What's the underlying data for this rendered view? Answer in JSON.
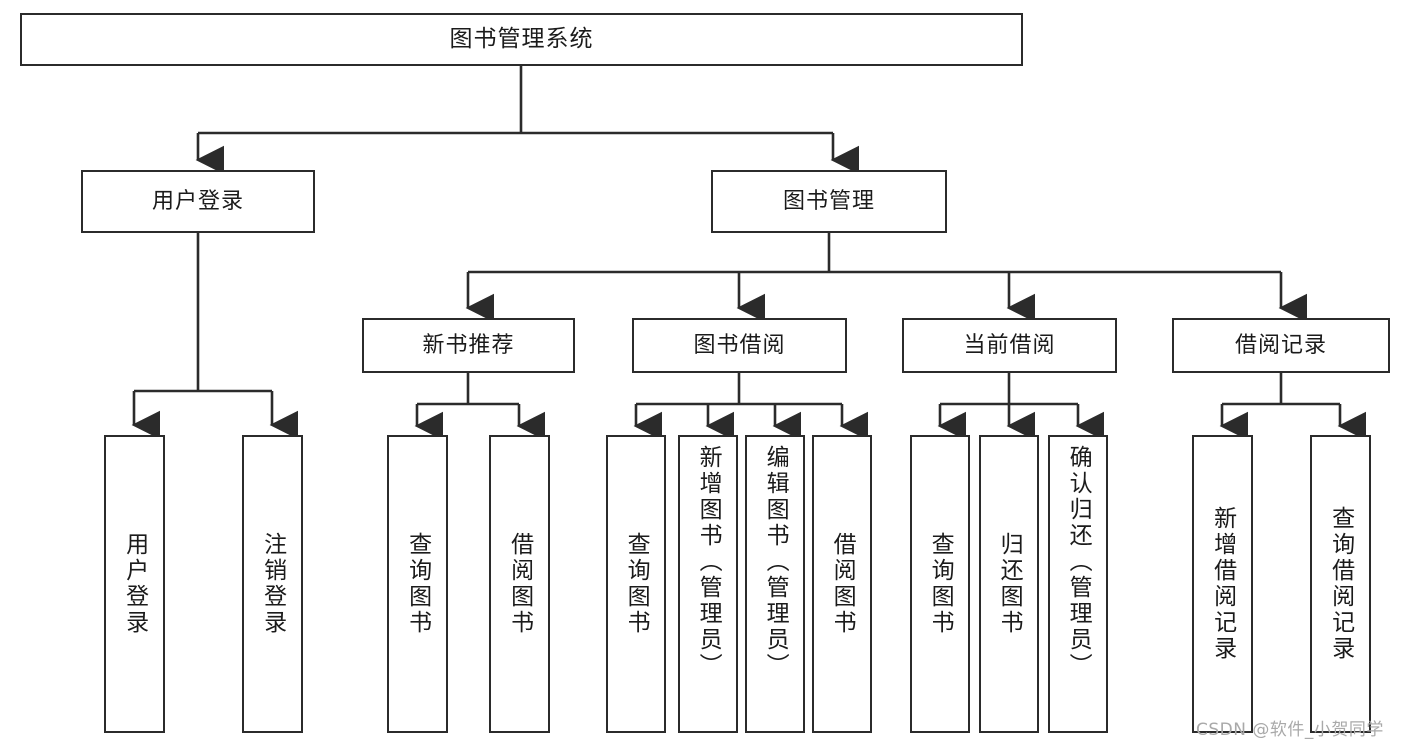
{
  "diagram": {
    "title": "图书管理系统",
    "type": "hierarchy-tree",
    "watermark": "CSDN @软件_小贺同学",
    "colors": {
      "background": "#ffffff",
      "box_border": "#2b2b2b",
      "box_fill": "#ffffff",
      "connector": "#2b2b2b",
      "text": "#1b1b1b",
      "watermark": "#a9a9a9"
    },
    "root": {
      "label": "图书管理系统"
    },
    "level2": [
      {
        "label": "用户登录"
      },
      {
        "label": "图书管理"
      }
    ],
    "level3": [
      {
        "label": "新书推荐"
      },
      {
        "label": "图书借阅"
      },
      {
        "label": "当前借阅"
      },
      {
        "label": "借阅记录"
      }
    ],
    "leaves": {
      "user_login": [
        {
          "label": "用户登录"
        },
        {
          "label": "注销登录"
        }
      ],
      "new_book": [
        {
          "label": "查询图书"
        },
        {
          "label": "借阅图书"
        }
      ],
      "book_borrow": [
        {
          "label": "查询图书"
        },
        {
          "label": "新增图书（管理员）"
        },
        {
          "label": "编辑图书（管理员）"
        },
        {
          "label": "借阅图书"
        }
      ],
      "current_borrow": [
        {
          "label": "查询图书"
        },
        {
          "label": "归还图书"
        },
        {
          "label": "确认归还（管理员）"
        }
      ],
      "borrow_record": [
        {
          "label": "新增借阅记录"
        },
        {
          "label": "查询借阅记录"
        }
      ]
    }
  }
}
